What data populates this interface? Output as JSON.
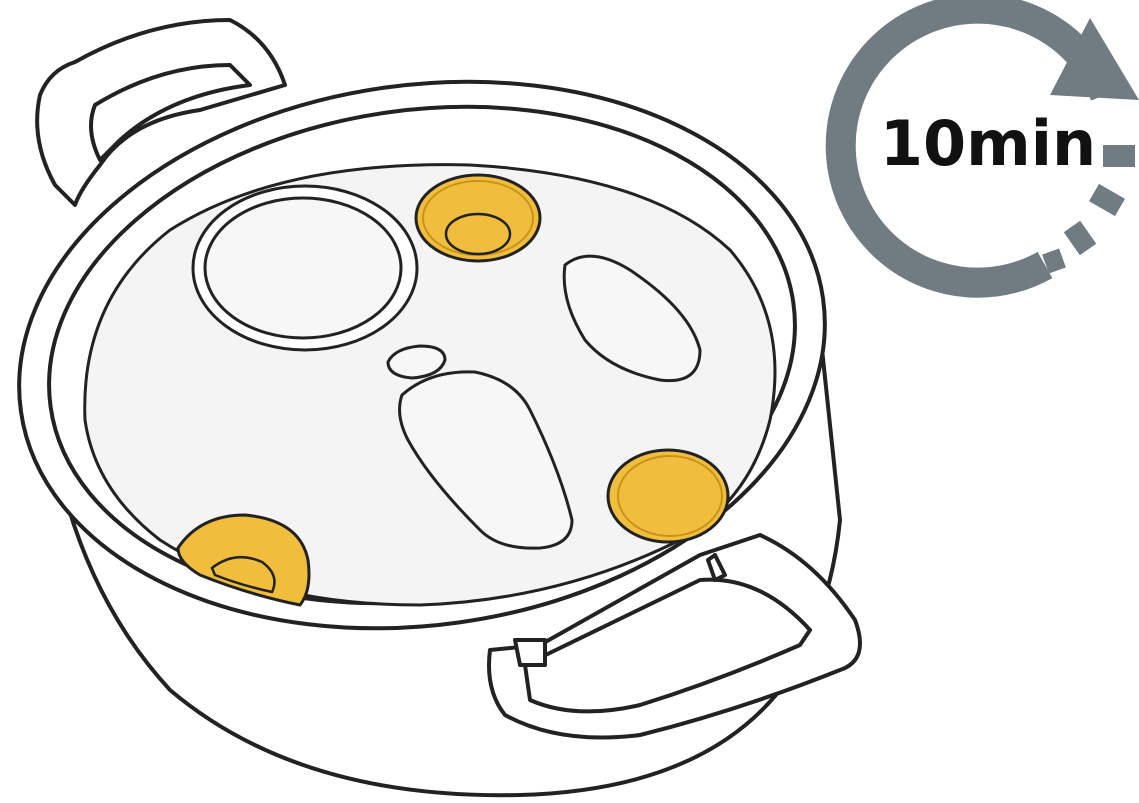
{
  "timer": {
    "label": "10min",
    "color": "#707b82"
  },
  "colors": {
    "outline": "#222222",
    "water": "#f4f4f4",
    "yolk": "#f0be3c",
    "yolk_outline": "#c8931a"
  },
  "illustration": {
    "icon": "pot-of-boiling-water-icon",
    "contents": [
      "egg-yolk",
      "egg-yolk",
      "egg-yolk",
      "egg-white",
      "egg-white",
      "egg-white",
      "egg-white"
    ]
  }
}
